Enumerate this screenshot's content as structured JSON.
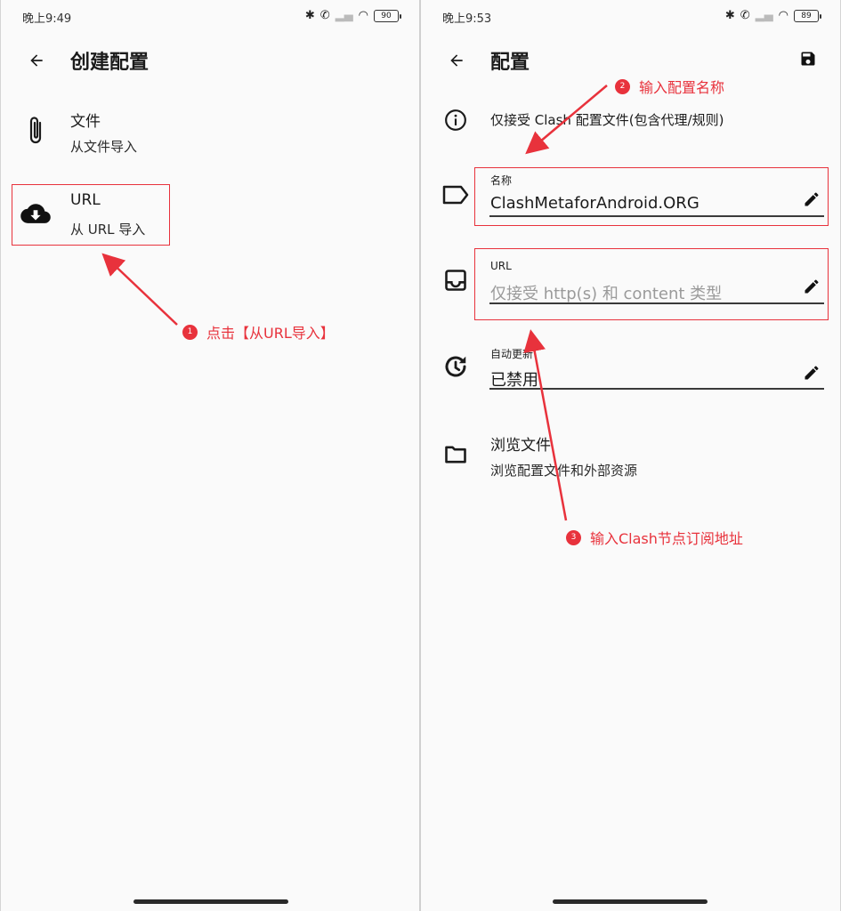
{
  "left_screen": {
    "status_bar": {
      "time": "晚上9:49",
      "battery": "90",
      "icons": [
        "bluetooth-icon",
        "call-muted-icon",
        "signal-off-icon",
        "wifi-icon",
        "battery-icon"
      ]
    },
    "app_bar": {
      "title": "创建配置",
      "back_icon": "arrow-left-icon"
    },
    "items": [
      {
        "icon": "paperclip-icon",
        "title": "文件",
        "subtitle": "从文件导入"
      },
      {
        "icon": "cloud-download-icon",
        "title": "URL",
        "subtitle": "从 URL 导入"
      }
    ],
    "annotation": {
      "number": "1",
      "text": "点击【从URL导入】"
    }
  },
  "right_screen": {
    "status_bar": {
      "time": "晚上9:53",
      "battery": "89",
      "icons": [
        "bluetooth-icon",
        "call-muted-icon",
        "signal-off-icon",
        "wifi-icon",
        "battery-icon"
      ]
    },
    "app_bar": {
      "title": "配置",
      "back_icon": "arrow-left-icon",
      "save_icon": "save-icon"
    },
    "info": {
      "icon": "info-icon",
      "text": "仅接受 Clash 配置文件(包含代理/规则)"
    },
    "fields": [
      {
        "icon": "label-icon",
        "label": "名称",
        "value": "ClashMetaforAndroid.ORG",
        "placeholder": ""
      },
      {
        "icon": "inbox-icon",
        "label": "URL",
        "value": "",
        "placeholder": "仅接受 http(s) 和 content 类型"
      },
      {
        "icon": "history-icon",
        "label": "自动更新",
        "value": "已禁用",
        "placeholder": ""
      }
    ],
    "browse": {
      "icon": "folder-icon",
      "title": "浏览文件",
      "subtitle": "浏览配置文件和外部资源"
    },
    "annotations": [
      {
        "number": "2",
        "text": "输入配置名称"
      },
      {
        "number": "3",
        "text": "输入Clash节点订阅地址"
      }
    ]
  },
  "colors": {
    "annotation_red": "#e8323c",
    "background": "#fafafa",
    "text": "#1b1b1b"
  }
}
